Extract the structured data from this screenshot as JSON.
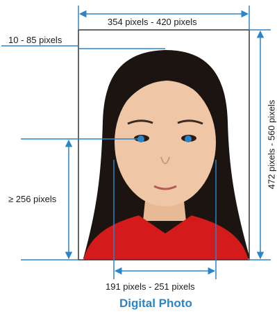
{
  "labels": {
    "top_width": "354 pixels - 420 pixels",
    "head_top": "10 - 85 pixels",
    "eye_height": "≥ 256 pixels",
    "photo_height": "472 pixels - 560 pixels",
    "head_width": "191 pixels - 251 pixels",
    "title": "Digital Photo"
  },
  "colors": {
    "dimension_line": "#2a84c8",
    "title": "#2a84c8",
    "photo_border": "#333333",
    "shirt": "#d41a1a",
    "hair": "#1c1410",
    "skin": "#efc7a6"
  }
}
